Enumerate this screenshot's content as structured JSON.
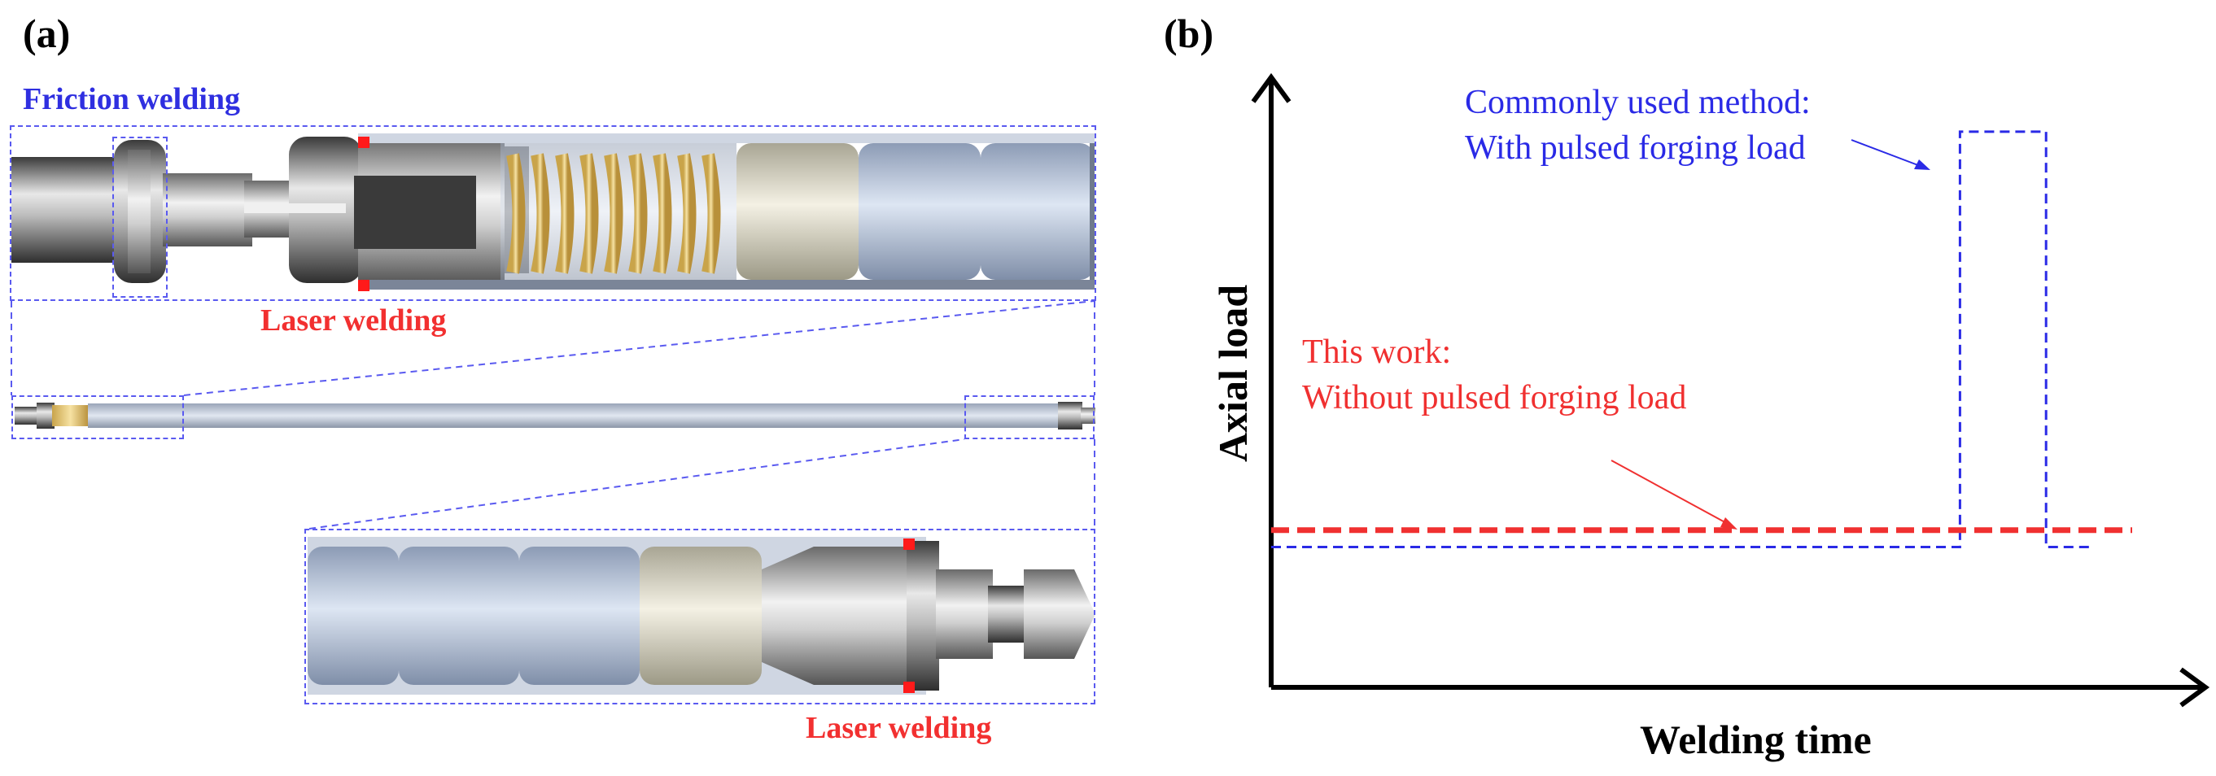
{
  "panel_a": {
    "label": "(a)",
    "friction_welding_label": "Friction welding",
    "laser_welding_top_label": "Laser welding",
    "laser_welding_bottom_label": "Laser welding",
    "colors": {
      "blue": "#2f2fe0",
      "red": "#f23030",
      "dash": "#5a5af0"
    }
  },
  "panel_b": {
    "label": "(b)",
    "ylabel": "Axial load",
    "xlabel": "Welding time",
    "annotation_blue_line1": "Commonly used method:",
    "annotation_blue_line2": "With pulsed forging load",
    "annotation_red_line1": "This work:",
    "annotation_red_line2": "Without pulsed forging load",
    "colors": {
      "blue": "#2a2ae6",
      "red": "#f03030"
    }
  },
  "chart_data": {
    "type": "line",
    "xlabel": "Welding time",
    "ylabel": "Axial load",
    "series": [
      {
        "name": "Commonly used method: With pulsed forging load",
        "style": "dashed",
        "color": "#2a2ae6",
        "x": [
          0,
          0.8,
          0.8,
          0.9,
          0.9,
          0.95
        ],
        "y": [
          0.25,
          0.25,
          0.99,
          0.99,
          0.25,
          0.25
        ]
      },
      {
        "name": "This work: Without pulsed forging load",
        "style": "dashed-bold",
        "color": "#f03030",
        "x": [
          0,
          1.0
        ],
        "y": [
          0.28,
          0.28
        ]
      }
    ]
  }
}
